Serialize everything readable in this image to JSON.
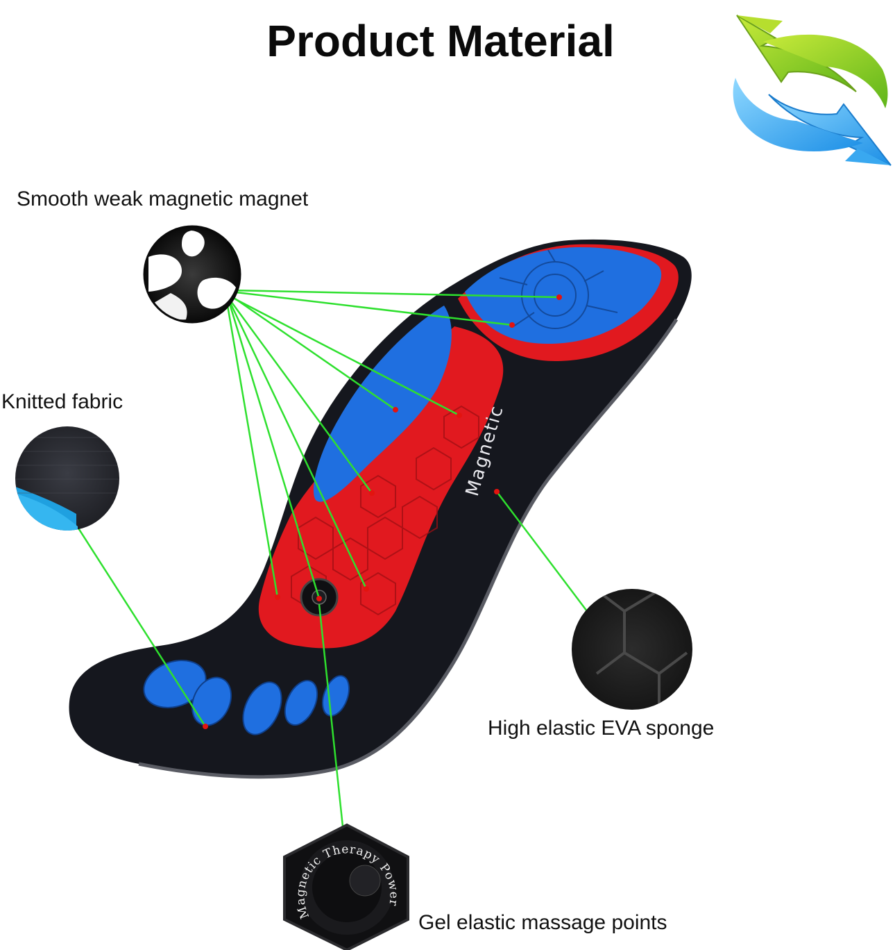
{
  "title": "Product Material",
  "labels": {
    "magnet": "Smooth weak magnetic magnet",
    "fabric": "Knitted fabric",
    "eva": "High elastic EVA sponge",
    "gel": "Gel elastic massage points"
  },
  "insole": {
    "side_text": "Magnetic",
    "magnet_text": "Magnetic Therapy Power"
  },
  "icons": {
    "refresh": "refresh-arrows-icon"
  },
  "colors": {
    "leader_lines": "#2ee02e",
    "insole_red": "#e1191f",
    "insole_blue": "#1f6fe0",
    "insole_black": "#15171e",
    "marker_dot": "#e3140f"
  }
}
